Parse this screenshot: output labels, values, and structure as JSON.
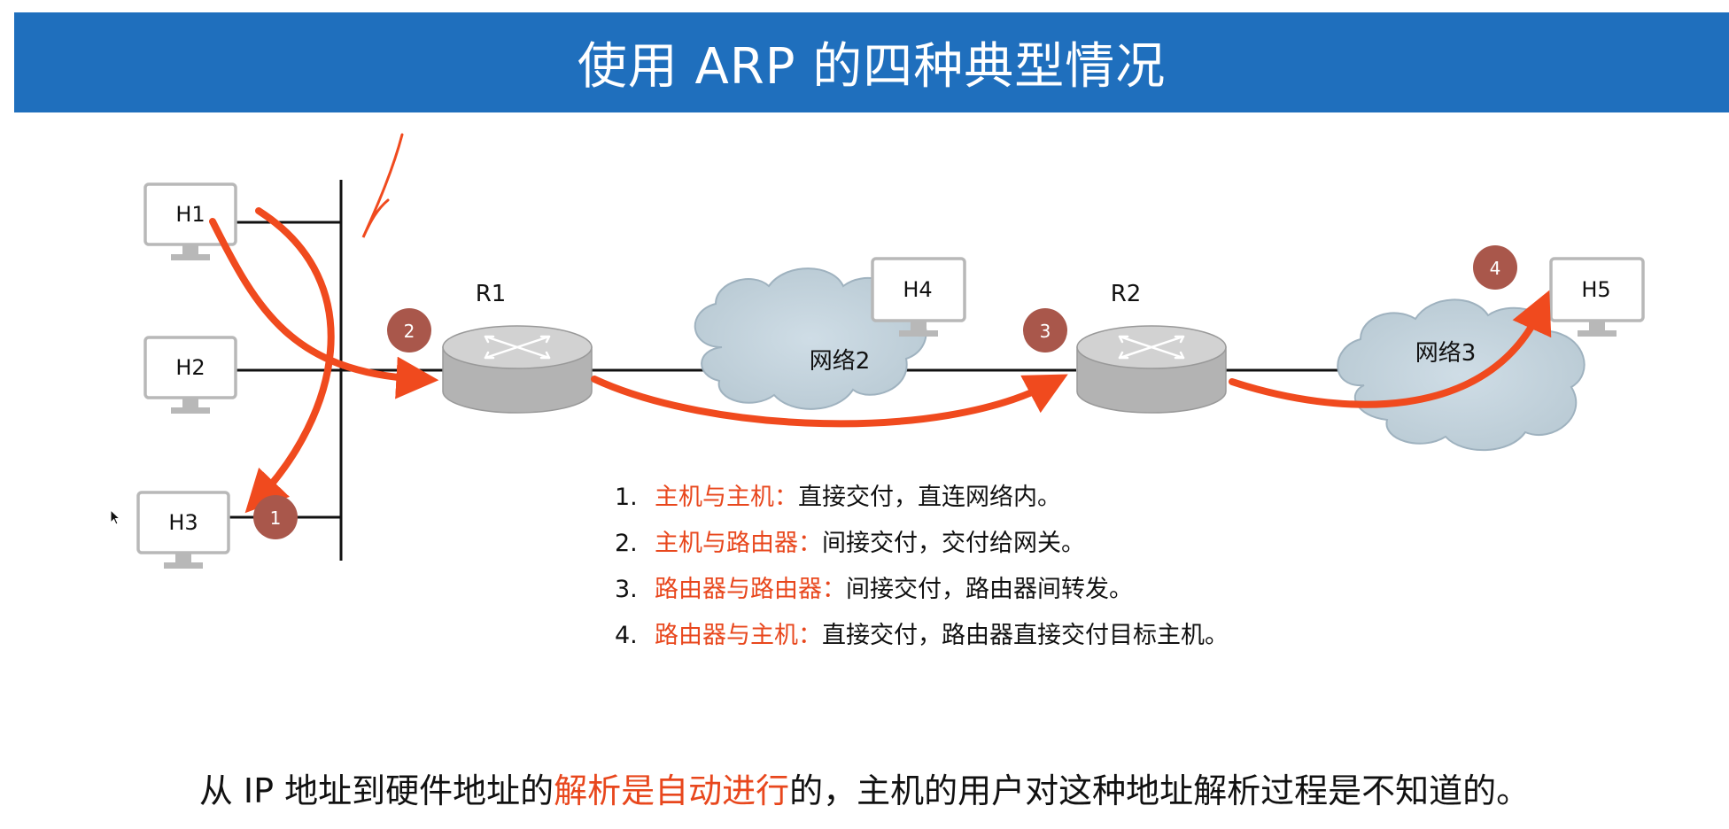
{
  "title": "使用 ARP 的四种典型情况",
  "hosts": {
    "h1": "H1",
    "h2": "H2",
    "h3": "H3",
    "h4": "H4",
    "h5": "H5"
  },
  "routers": {
    "r1": "R1",
    "r2": "R2"
  },
  "networks": {
    "n2": "网络2",
    "n3": "网络3"
  },
  "badges": [
    "1",
    "2",
    "3",
    "4"
  ],
  "cases": [
    {
      "num": "1.",
      "label": "主机与主机：",
      "desc": "直接交付，直连网络内。"
    },
    {
      "num": "2.",
      "label": "主机与路由器：",
      "desc": "间接交付，交付给网关。"
    },
    {
      "num": "3.",
      "label": "路由器与路由器：",
      "desc": "间接交付，路由器间转发。"
    },
    {
      "num": "4.",
      "label": "路由器与主机：",
      "desc": "直接交付，路由器直接交付目标主机。"
    }
  ],
  "footer": {
    "pre": "从 IP 地址到硬件地址的",
    "highlight": "解析是自动进行",
    "post": "的，主机的用户对这种地址解析过程是不知道的。"
  },
  "colors": {
    "title_bg": "#1f6fbd",
    "arrow": "#f04a1e",
    "badge": "#a9574b",
    "highlight_text": "#e8471d",
    "cloud": "#c4d3dc",
    "router": "#bcbcbc"
  },
  "icons": [
    "computer-monitor-icon",
    "router-icon",
    "cloud-icon",
    "mouse-cursor-icon"
  ]
}
